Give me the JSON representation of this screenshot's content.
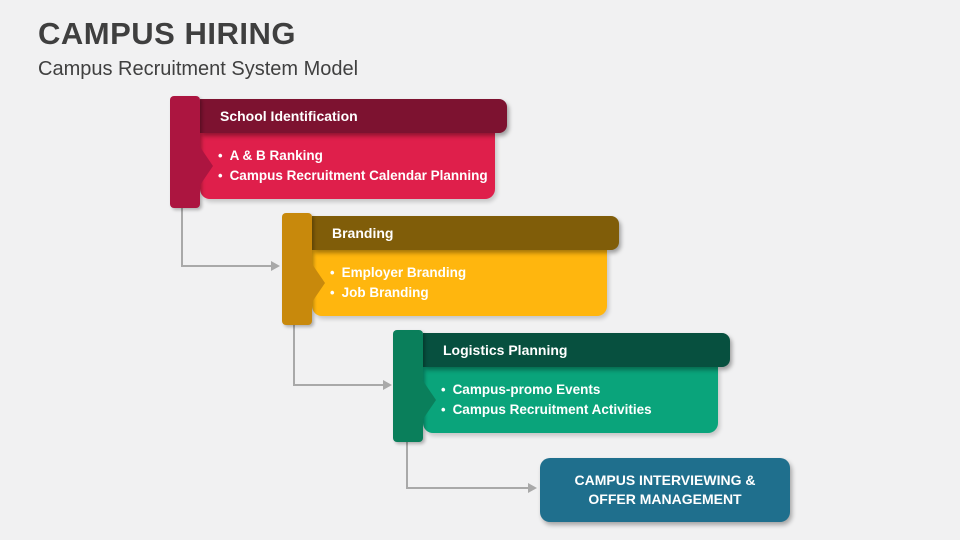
{
  "slide": {
    "title": "CAMPUS HIRING",
    "subtitle": "Campus Recruitment System Model",
    "background_color": "#F1F1F2",
    "title_color": "#3F3F3F"
  },
  "stages": [
    {
      "header": "School Identification",
      "bullet_char": "•",
      "bullets": [
        "A & B Ranking",
        "Campus Recruitment Calendar Planning"
      ],
      "colors": {
        "header": "#7D1230",
        "ribbon": "#AC1540",
        "body": "#DF1F4B"
      }
    },
    {
      "header": "Branding",
      "bullet_char": "•",
      "bullets": [
        "Employer Branding",
        "Job Branding"
      ],
      "colors": {
        "header": "#805D09",
        "ribbon": "#C8890C",
        "body": "#FFB60E"
      }
    },
    {
      "header": "Logistics Planning",
      "bullet_char": "•",
      "bullets": [
        "Campus-promo Events",
        "Campus Recruitment Activities"
      ],
      "colors": {
        "header": "#07503F",
        "ribbon": "#0A7F5B",
        "body": "#0AA47B"
      }
    }
  ],
  "final_stage": {
    "label_line1": "CAMPUS INTERVIEWING &",
    "label_line2": "OFFER MANAGEMENT",
    "color": "#1F6F8D",
    "text_color": "#FFFFFF"
  },
  "connector": {
    "color": "#A9A9A9"
  }
}
